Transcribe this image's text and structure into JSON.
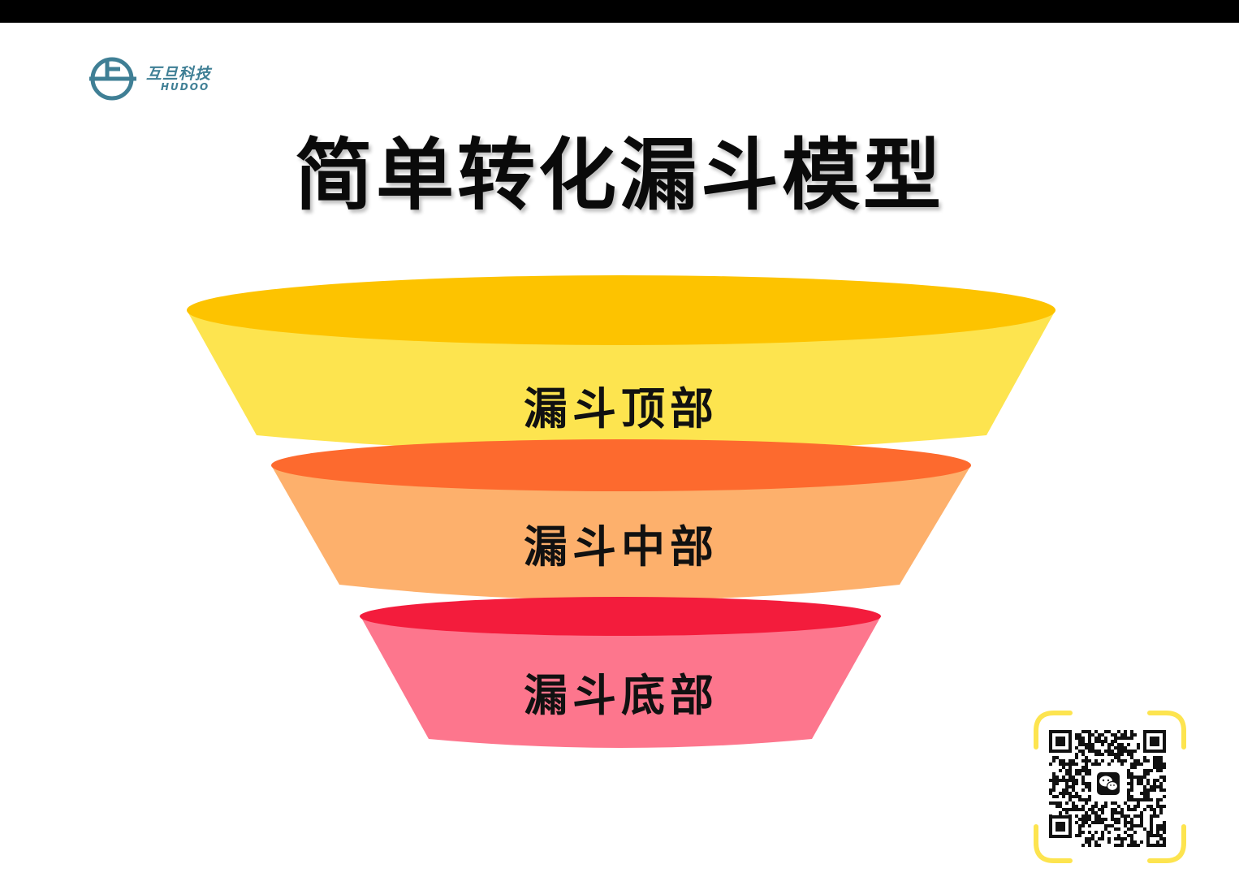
{
  "logo": {
    "cn": "互旦科技",
    "en": "HUDOO",
    "color": "#3f7f95"
  },
  "title": "简单转化漏斗模型",
  "funnel": {
    "stages": [
      {
        "label": "漏斗顶部",
        "top_color": "#fdc300",
        "body_color": "#fde44f"
      },
      {
        "label": "漏斗中部",
        "top_color": "#fd6a2e",
        "body_color": "#fdb06c"
      },
      {
        "label": "漏斗底部",
        "top_color": "#f31c3c",
        "body_color": "#fd768d"
      }
    ]
  },
  "qr": {
    "frame_color": "#fde44f",
    "icon": "wechat-icon"
  }
}
